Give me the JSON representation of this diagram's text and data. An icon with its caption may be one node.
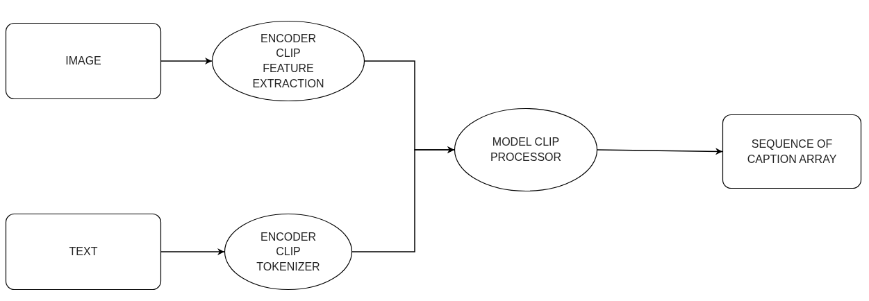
{
  "diagram": {
    "nodes": [
      {
        "text": [
          "IMAGE"
        ]
      },
      {
        "text": [
          "ENCODER CLIP FEATURE EXTRACTION"
        ]
      },
      {
        "text": [
          "MODEL CLIP PROCESSOR"
        ]
      },
      {
        "text": [
          "SEQUENCE OF CAPTION ARRAY"
        ]
      },
      {
        "text": [
          "TEXT"
        ]
      },
      {
        "text": [
          "ENCODER CLIP TOKENIZER"
        ]
      }
    ],
    "edges": [
      {
        "from": 0,
        "to": 1,
        "arrow": "to"
      },
      {
        "from": 1,
        "to": 2,
        "arrow": "to"
      },
      {
        "from": 4,
        "to": 5,
        "arrow": "to"
      },
      {
        "from": 5,
        "to": 2,
        "arrow": "to"
      },
      {
        "from": 2,
        "to": 3,
        "arrow": "to"
      }
    ]
  }
}
